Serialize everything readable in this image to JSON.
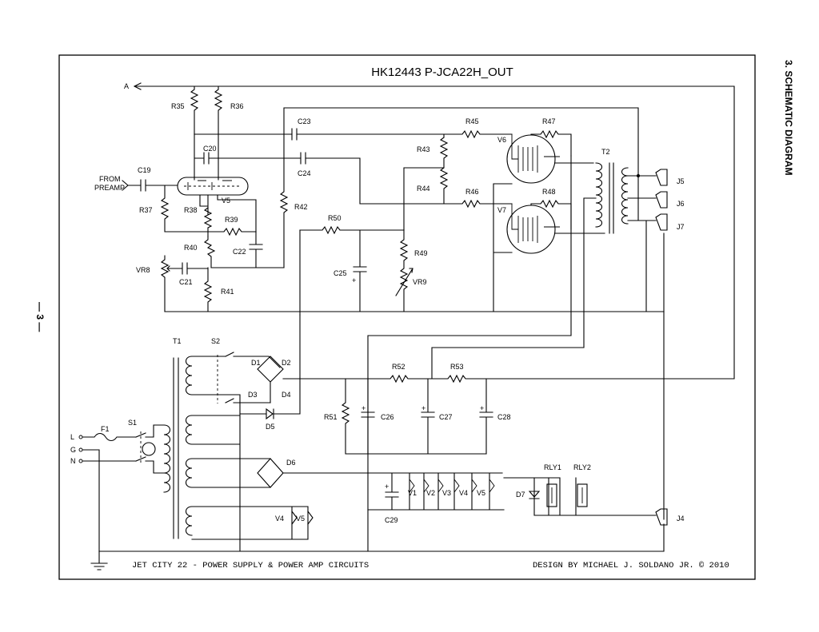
{
  "title": "HK12443 P-JCA22H_OUT",
  "section_title": "3. SCHEMATIC DIAGRAM",
  "page_number": "— 3 —",
  "footer_left": "JET CITY 22 - POWER SUPPLY & POWER AMP CIRCUITS",
  "footer_right": "DESIGN BY MICHAEL J. SOLDANO JR. © 2010",
  "inputs": {
    "from_preamp": [
      "FROM",
      "PREAMP"
    ],
    "a": "A"
  },
  "mains": {
    "l": "L",
    "g": "G",
    "n": "N"
  },
  "labels": {
    "R35": "R35",
    "R36": "R36",
    "R37": "R37",
    "R38": "R38",
    "R39": "R39",
    "R40": "R40",
    "R41": "R41",
    "R42": "R42",
    "R43": "R43",
    "R44": "R44",
    "R45": "R45",
    "R46": "R46",
    "R47": "R47",
    "R48": "R48",
    "R49": "R49",
    "R50": "R50",
    "R51": "R51",
    "R52": "R52",
    "R53": "R53",
    "C19": "C19",
    "C20": "C20",
    "C21": "C21",
    "C22": "C22",
    "C23": "C23",
    "C24": "C24",
    "C25": "C25",
    "C26": "C26",
    "C27": "C27",
    "C28": "C28",
    "C29": "C29",
    "V5_tube": "V5",
    "V6": "V6",
    "V7": "V7",
    "VR8": "VR8",
    "VR9": "VR9",
    "T1": "T1",
    "T2": "T2",
    "S1": "S1",
    "S2": "S2",
    "F1": "F1",
    "D1": "D1",
    "D2": "D2",
    "D3": "D3",
    "D4": "D4",
    "D5": "D5",
    "D6": "D6",
    "D7": "D7",
    "V1": "V1",
    "V2": "V2",
    "V3": "V3",
    "V4_reg": "V4",
    "V5_reg": "V5",
    "V4_fil": "V4",
    "V5_fil": "V5",
    "RLY1": "RLY1",
    "RLY2": "RLY2",
    "J4": "J4",
    "J5": "J5",
    "J6": "J6",
    "J7": "J7"
  },
  "colors": {
    "ink": "#000000",
    "paper": "#ffffff"
  }
}
